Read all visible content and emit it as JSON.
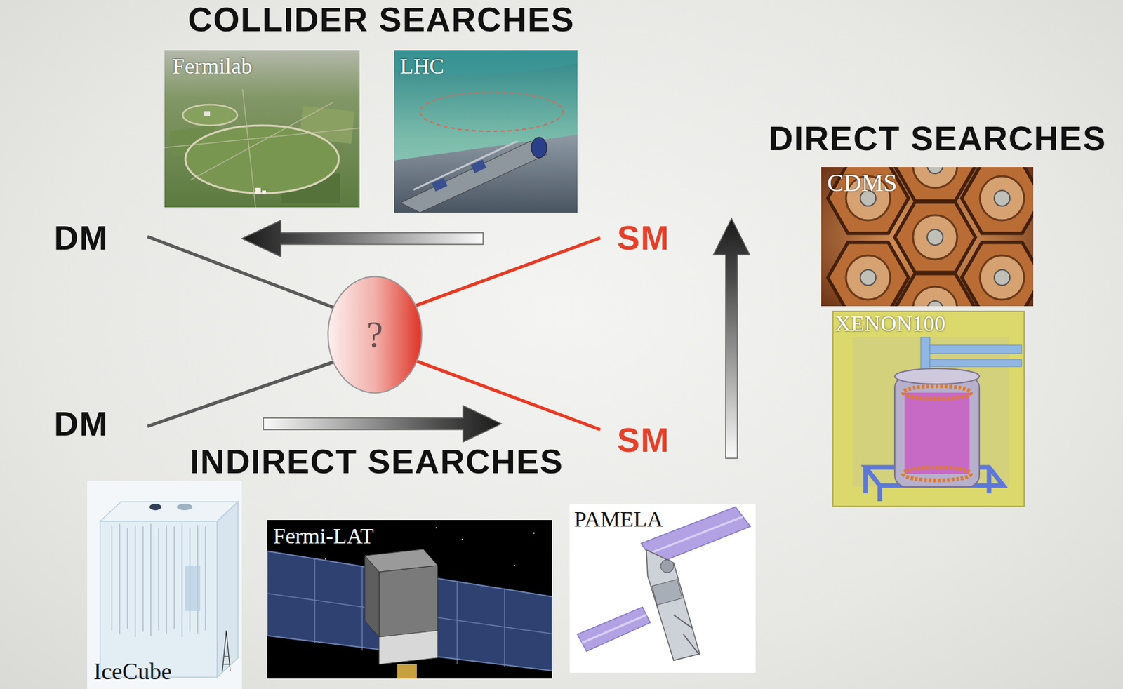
{
  "diagram": {
    "nodes": [
      {
        "text": [
          "Fermilab"
        ]
      },
      {
        "text": [
          "LHC"
        ]
      },
      {
        "text": [
          "CDMS"
        ]
      },
      {
        "text": [
          "DM"
        ]
      },
      {
        "text": [
          "SM"
        ]
      },
      {
        "text": [
          "?"
        ]
      },
      {
        "text": [
          "XENON100"
        ]
      },
      {
        "text": [
          "DM"
        ]
      },
      {
        "text": [
          "SM"
        ]
      },
      {
        "text": [
          "IceCube"
        ]
      },
      {
        "text": [
          "Fermi-LAT"
        ]
      },
      {
        "text": [
          "PAMELA"
        ]
      }
    ],
    "edges": [
      {
        "from": 3,
        "to": 5,
        "arrow": "none"
      },
      {
        "from": 5,
        "to": 4,
        "arrow": "none"
      },
      {
        "from": 7,
        "to": 5,
        "arrow": "none"
      },
      {
        "from": 5,
        "to": 8,
        "arrow": "none"
      }
    ],
    "labels": [
      "COLLIDER SEARCHES",
      "DIRECT SEARCHES",
      "INDIRECT SEARCHES"
    ]
  }
}
